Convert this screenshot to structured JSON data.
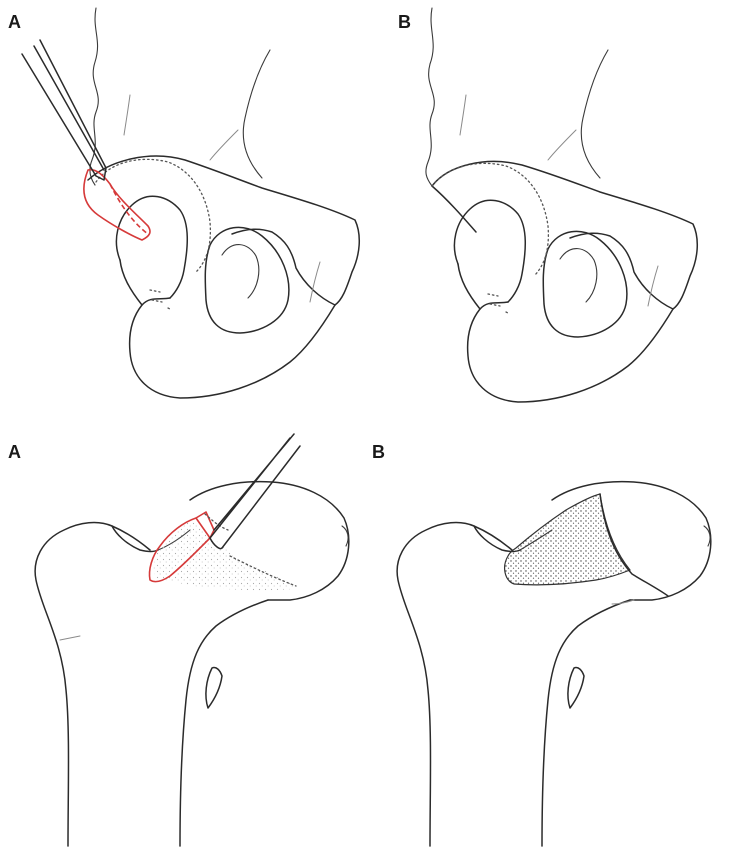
{
  "panels": {
    "top_left": {
      "label": "A"
    },
    "top_right": {
      "label": "B"
    },
    "bottom_left": {
      "label": "A"
    },
    "bottom_right": {
      "label": "B"
    }
  },
  "colors": {
    "line": "#2b2b2b",
    "resection_outline": "#d63a3a",
    "background": "#ffffff"
  }
}
